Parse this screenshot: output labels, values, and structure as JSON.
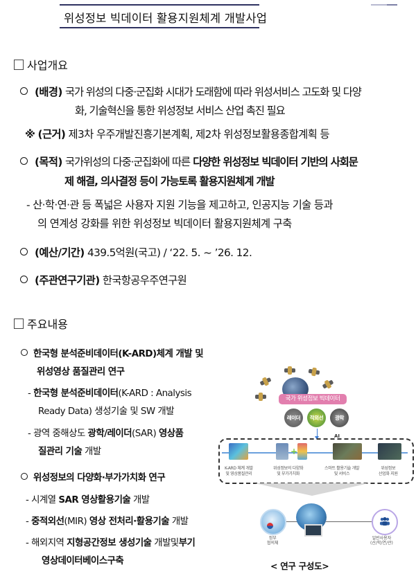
{
  "header": {
    "title": "위성정보 빅데이터 활용지원체계 개발사업"
  },
  "overview": {
    "heading": "사업개요",
    "background": {
      "label": "(배경)",
      "text_line1": "국가 위성의 다중·군집화 시대가 도래함에 따라 위성서비스 고도화 및 다양",
      "text_line2": "화, 기술혁신을 통한 위성정보 서비스 산업 촉진 필요"
    },
    "basis": {
      "mark": "※",
      "label": "(근거)",
      "text": "제3차 우주개발진흥기본계획, 제2차 위성정보활용종합계획 등"
    },
    "purpose": {
      "label": "(목적)",
      "text_plain": "국가위성의 다중·군집화에 따른",
      "text_bold_line1": "다양한 위성정보 빅데이터 기반의 사회문",
      "text_bold_line2": "제 해결, 의사결정 등이 가능토록 활용지원체계 개발",
      "sub_line1": "- 산·학·연·관 등 폭넓은 사용자 지원 기능을 제고하고, 인공지능 기술 등과",
      "sub_line2": "의 연계성 강화를 위한 위성정보 빅데이터 활용지원체계 구축"
    },
    "budget": {
      "label": "(예산/기간)",
      "text": "439.5억원(국고) / ‘22. 5. ~ ’26. 12."
    },
    "agency": {
      "label": "(주관연구기관)",
      "text": "한국항공우주연구원"
    }
  },
  "main_content": {
    "heading": "주요내용",
    "item1": {
      "title_line1": "한국형 분석준비데이터(K-ARD)체계 개발 및",
      "title_line2": "위성영상 품질관리 연구",
      "sub1_dash": "-",
      "sub1_bold": "한국형 분석준비데이터",
      "sub1_plain": "(K-ARD : Analysis",
      "sub1_line2": "Ready Data) 생성기술 및 SW 개발",
      "sub2_plain": "- 광역 중해상도",
      "sub2_bold": "광학/레이더",
      "sub2_mid": "(SAR)",
      "sub2_bold2": "영상품",
      "sub2_line2_bold": "질관리 기술",
      "sub2_line2_plain": "개발"
    },
    "item2": {
      "title": "위성정보의 다양화·부가가치화 연구",
      "sub1_plain": "- 시계열",
      "sub1_bold": "SAR 영상활용기술",
      "sub1_tail": "개발",
      "sub2_dash": "-",
      "sub2_bold1": "중적외선",
      "sub2_mid": "(MIR)",
      "sub2_bold2": "영상 전처리·활용기술",
      "sub2_tail": "개발",
      "sub3_plain": "- 해외지역",
      "sub3_bold": "지형공간정보 생성기술",
      "sub3_mid": "개발및",
      "sub3_bold2": "부기",
      "sub3_line2": "영상데이터베이스구축"
    }
  },
  "diagram": {
    "banner": "국가 위성정보 빅데이터",
    "bubbles": [
      "레이더",
      "적외선",
      "광학"
    ],
    "nodes": [
      {
        "label_line1": "K-ARD 체계 개발",
        "label_line2": "및 영상품질관리"
      },
      {
        "label_line1": "위성정보의 다양화",
        "label_line2": "및 부가가치화"
      },
      {
        "label_line1": "스마트 활용기술 개발",
        "label_line2": "및 서비스"
      },
      {
        "label_line1": "위성정보",
        "label_line2": "산업화 지원"
      }
    ],
    "ai_label": "AI",
    "gov_label_line1": "정부",
    "gov_label_line2": "협의체",
    "users_label_line1": "일반사용자",
    "users_label_line2": "(산/학/연/관)",
    "caption": "< 연구 구성도>",
    "colors": {
      "banner": "#e27fae",
      "flow": "#6aa0dd",
      "title_rule": "#2e3160"
    }
  }
}
